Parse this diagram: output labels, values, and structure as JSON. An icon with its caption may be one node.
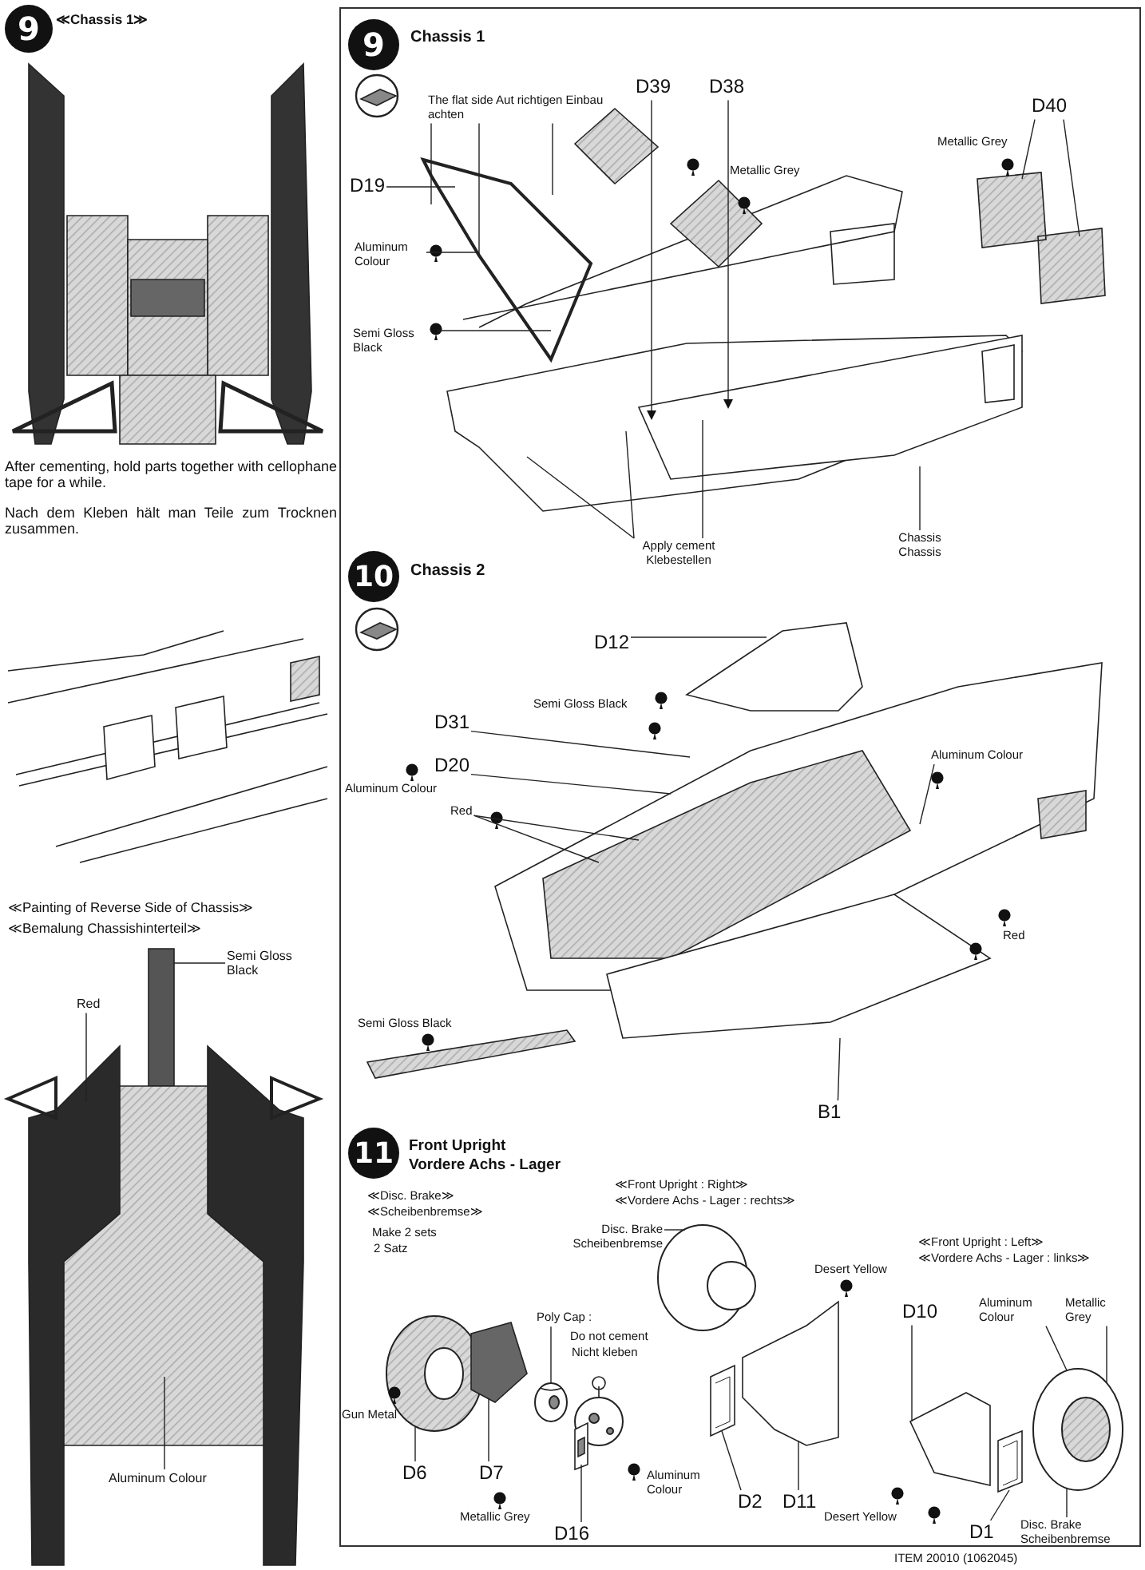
{
  "diagram": {
    "nodes": [
      {
        "text": [
          "9"
        ],
        "beside": [
          "≪Chassis 1≫"
        ]
      },
      {
        "text": [
          "9"
        ],
        "beside": [
          "Chassis 1"
        ]
      },
      {
        "text": [
          "10"
        ],
        "beside": [
          "Chassis 2"
        ]
      },
      {
        "text": [
          "11"
        ],
        "beside": [
          "Front Upright",
          "Vordere Achs - Lager"
        ]
      },
      {
        "text": [
          "Semi Gloss Black"
        ]
      },
      {
        "text": [
          "Red"
        ]
      },
      {
        "text": [
          "Aluminum Colour"
        ]
      },
      {
        "text": [
          "D19"
        ]
      },
      {
        "text": [
          "D39"
        ]
      },
      {
        "text": [
          "D38"
        ]
      },
      {
        "text": [
          "D40"
        ]
      },
      {
        "text": [
          "The flat side Aut richtigen Einbau achten"
        ]
      },
      {
        "text": [
          "Aluminum Colour"
        ]
      },
      {
        "text": [
          "Semi Gloss Black"
        ]
      },
      {
        "text": [
          "Apply cement Klebestellen"
        ]
      },
      {
        "text": [
          "Chassis Chassis"
        ]
      },
      {
        "text": [
          "D12"
        ]
      },
      {
        "text": [
          "D31"
        ]
      },
      {
        "text": [
          "D20"
        ]
      },
      {
        "text": [
          "Red"
        ]
      },
      {
        "text": [
          "Aluminum Colour"
        ]
      },
      {
        "text": [
          "B1"
        ]
      },
      {
        "text": [
          "Disc. Brake Scheibenbremse"
        ]
      },
      {
        "text": [
          "Poly Cap :"
        ]
      },
      {
        "text": [
          "D10"
        ]
      },
      {
        "text": [
          "Aluminum Colour"
        ]
      },
      {
        "text": [
          "Metallic Grey"
        ]
      },
      {
        "text": [
          "D6"
        ]
      },
      {
        "text": [
          "D7"
        ]
      },
      {
        "text": [
          "D16"
        ]
      },
      {
        "text": [
          "D2"
        ]
      },
      {
        "text": [
          "D11"
        ]
      },
      {
        "text": [
          "D1"
        ]
      },
      {
        "text": [
          "Disc. Brake Scheibenbremse"
        ]
      },
      {
        "text": [],
        "shape": "picture"
      },
      {
        "text": [],
        "shape": "picture"
      },
      {
        "text": [],
        "shape": "picture"
      },
      {
        "text": [],
        "shape": "picture"
      },
      {
        "text": [],
        "shape": "picture"
      },
      {
        "text": [],
        "shape": "picture"
      },
      {
        "text": [],
        "shape": "picture"
      },
      {
        "text": [],
        "shape": "picture"
      },
      {
        "text": [],
        "shape": "picture"
      },
      {
        "text": [],
        "shape": "picture"
      }
    ],
    "edges": [
      {
        "from": 4,
        "to": null,
        "arrow": "none"
      },
      {
        "from": 5,
        "to": null,
        "arrow": "none"
      },
      {
        "from": 6,
        "to": null,
        "arrow": "none"
      },
      {
        "from": 7,
        "to": null,
        "arrow": "none"
      },
      {
        "from": 8,
        "to": null,
        "arrow": "to"
      },
      {
        "from": 9,
        "to": null,
        "arrow": "to"
      },
      {
        "from": 10,
        "to": null,
        "arrow": "none"
      },
      {
        "from": 10,
        "to": null,
        "arrow": "none"
      },
      {
        "from": 11,
        "to": null,
        "arrow": "none"
      },
      {
        "from": 11,
        "to": null,
        "arrow": "none"
      },
      {
        "from": 11,
        "to": null,
        "arrow": "none"
      },
      {
        "from": 12,
        "to": null,
        "arrow": "none"
      },
      {
        "from": 13,
        "to": null,
        "arrow": "none"
      },
      {
        "from": 14,
        "to": null,
        "arrow": "none"
      },
      {
        "from": 14,
        "to": null,
        "arrow": "none"
      },
      {
        "from": 14,
        "to": null,
        "arrow": "none"
      },
      {
        "from": 15,
        "to": null,
        "arrow": "none"
      },
      {
        "from": 16,
        "to": null,
        "arrow": "none"
      },
      {
        "from": 17,
        "to": null,
        "arrow": "none"
      },
      {
        "from": 18,
        "to": null,
        "arrow": "none"
      },
      {
        "from": 19,
        "to": null,
        "arrow": "none"
      },
      {
        "from": 19,
        "to": null,
        "arrow": "none"
      },
      {
        "from": 20,
        "to": null,
        "arrow": "none"
      },
      {
        "from": 21,
        "to": null,
        "arrow": "none"
      },
      {
        "from": 22,
        "to": 38,
        "arrow": "none"
      },
      {
        "from": 23,
        "to": 36,
        "arrow": "none"
      },
      {
        "from": 24,
        "to": 41,
        "arrow": "none"
      },
      {
        "from": 25,
        "to": 42,
        "arrow": "none"
      },
      {
        "from": 26,
        "to": 42,
        "arrow": "none"
      },
      {
        "from": 27,
        "to": 34,
        "arrow": "none"
      },
      {
        "from": 28,
        "to": 35,
        "arrow": "none"
      },
      {
        "from": 29,
        "to": 37,
        "arrow": "none"
      },
      {
        "from": 30,
        "to": 39,
        "arrow": "none"
      },
      {
        "from": 31,
        "to": 40,
        "arrow": "none"
      },
      {
        "from": 32,
        "to": 43,
        "arrow": "none"
      },
      {
        "from": 33,
        "to": 42,
        "arrow": "none"
      }
    ],
    "labels": [
      "After cementing, hold parts together with cellophane tape for a while.",
      "Nach dem Kleben hält man Teile zum Trocknen zusammen.",
      "≪Painting of Reverse Side of Chassis≫",
      "≪Bemalung Chassishinterteil≫",
      "Metallic Grey",
      "Metallic Grey",
      "Semi Gloss Black",
      "Aluminum Colour",
      "Red",
      "Semi Gloss Black",
      "≪Disc. Brake≫",
      "≪Scheibenbremse≫",
      "Make 2 sets",
      "2 Satz",
      "≪Front Upright : Right≫",
      "≪Vordere Achs - Lager : rechts≫",
      "Desert Yellow",
      "≪Front Upright : Left≫",
      "≪Vordere Achs - Lager : links≫",
      "Do not cement",
      "Nicht kleben",
      "Gun Metal",
      "Metallic Grey",
      "Aluminum Colour",
      "Desert Yellow",
      "ITEM 20010 (1062045)"
    ]
  }
}
